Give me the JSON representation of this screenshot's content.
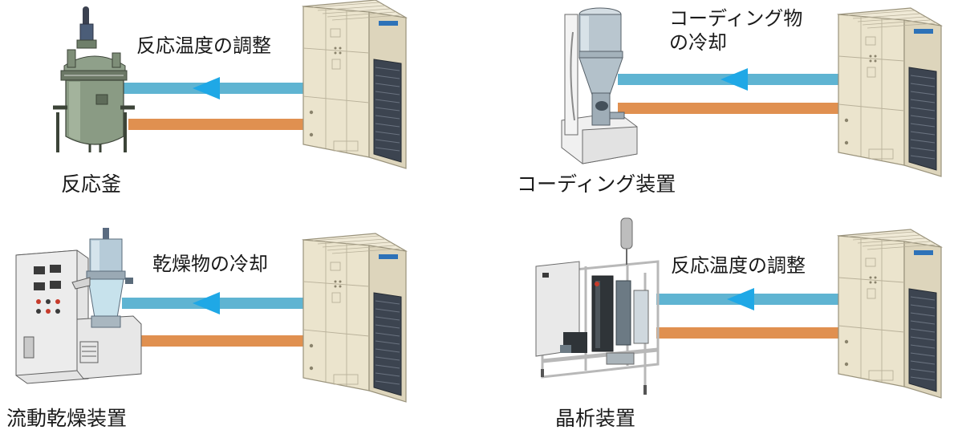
{
  "panels": [
    {
      "equipment_name": "反応釜",
      "flow_label": "反応温度の調整",
      "equipment_icon": "reactor-vessel-icon"
    },
    {
      "equipment_name": "コーディング装置",
      "flow_label": "コーディング物\nの冷却",
      "equipment_icon": "coating-machine-icon"
    },
    {
      "equipment_name": "流動乾燥装置",
      "flow_label": "乾燥物の冷却",
      "equipment_icon": "fluid-bed-dryer-icon"
    },
    {
      "equipment_name": "晶析装置",
      "flow_label": "反応温度の調整",
      "equipment_icon": "crystallizer-icon"
    }
  ],
  "chiller_icon": "outdoor-chiller-unit-icon",
  "colors": {
    "supply_pipe": "#5fb4d2",
    "return_pipe": "#e09050",
    "arrow": "#1fa8e6",
    "chiller_body": "#e9e2cc",
    "chiller_outline": "#9a937c",
    "text": "#1a1a1a"
  }
}
